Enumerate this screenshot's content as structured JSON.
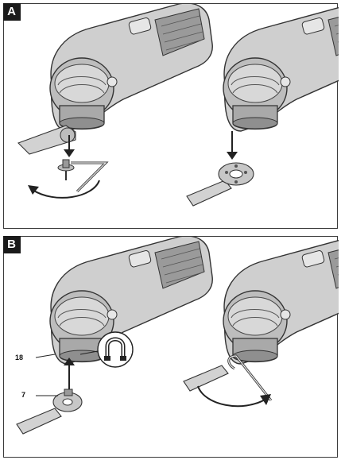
{
  "panels": [
    {
      "tag": "A"
    },
    {
      "tag": "B"
    }
  ],
  "callouts": {
    "part_18": "18",
    "part_7": "7"
  },
  "icons": [
    "magnet-icon",
    "arrow-down-icon",
    "rotate-arrow-icon",
    "allen-key-icon",
    "clamping-screw-icon",
    "saw-blade-icon",
    "multi-tool-icon"
  ]
}
